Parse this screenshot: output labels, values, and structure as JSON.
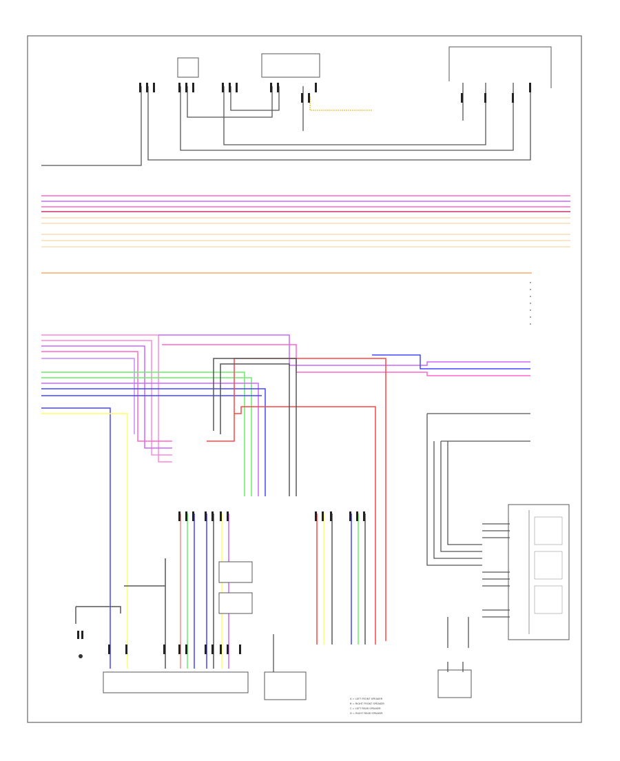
{
  "diagram": {
    "footer_code": "",
    "notes": [
      "A = LEFT FRONT SPEAKER",
      "B = RIGHT FRONT SPEAKER",
      "C = LEFT REAR SPEAKER",
      "D = RIGHT REAR SPEAKER"
    ],
    "components": {
      "top_left_1": "",
      "top_left_2": "",
      "top_left_3": "",
      "top_center": "",
      "top_right_group": "",
      "bottom_left": "",
      "bottom_center": "",
      "bottom_right": "",
      "right_module": ""
    }
  },
  "colors": {
    "pink": "#ff66cc",
    "violet": "#cc66ff",
    "red": "#ff3333",
    "wheat": "#f5deb3",
    "orange": "#ffaa66",
    "green": "#66ee66",
    "blue": "#4444ff",
    "yellow": "#ffff66",
    "gray": "#666666",
    "black": "#222222"
  }
}
